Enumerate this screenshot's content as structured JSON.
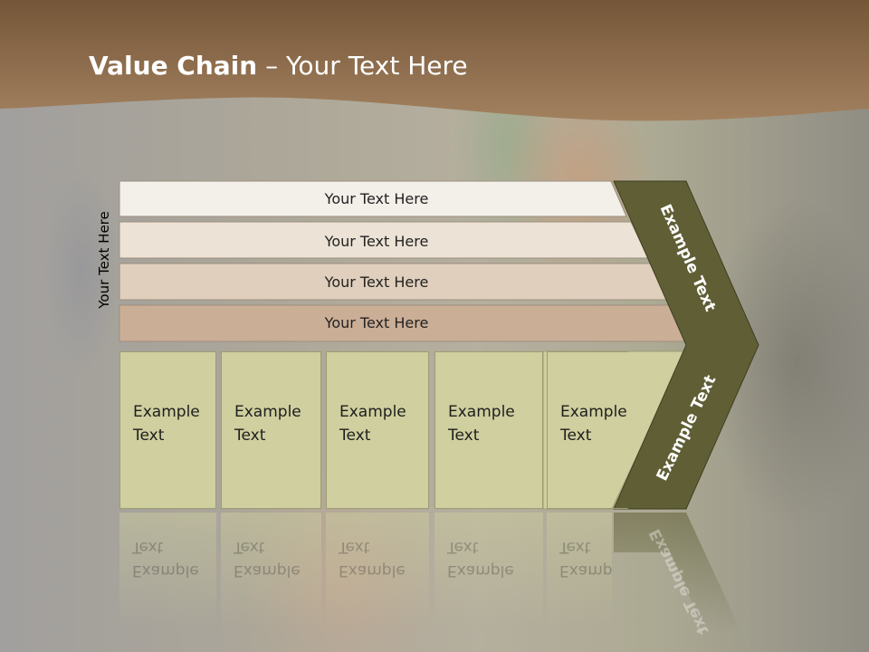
{
  "title": {
    "bold": "Value Chain",
    "rest": " – Your Text Here"
  },
  "side_label": "Your Text Here",
  "rows": [
    {
      "label": "Your Text Here",
      "color": "#f3efe9"
    },
    {
      "label": "Your Text Here",
      "color": "#ece2d5"
    },
    {
      "label": "Your Text Here",
      "color": "#e0cfbc"
    },
    {
      "label": "Your Text Here",
      "color": "#cbae96"
    }
  ],
  "boxes": [
    {
      "line1": "Example",
      "line2": "Text"
    },
    {
      "line1": "Example",
      "line2": "Text"
    },
    {
      "line1": "Example",
      "line2": "Text"
    },
    {
      "line1": "Example",
      "line2": "Text"
    },
    {
      "line1": "Example",
      "line2": "Text"
    }
  ],
  "arrow": {
    "upper": "Example Text",
    "lower": "Example Text",
    "color": "#5f5e35"
  },
  "colors": {
    "header": "#8a6a48",
    "box": "#cfcf9f"
  }
}
